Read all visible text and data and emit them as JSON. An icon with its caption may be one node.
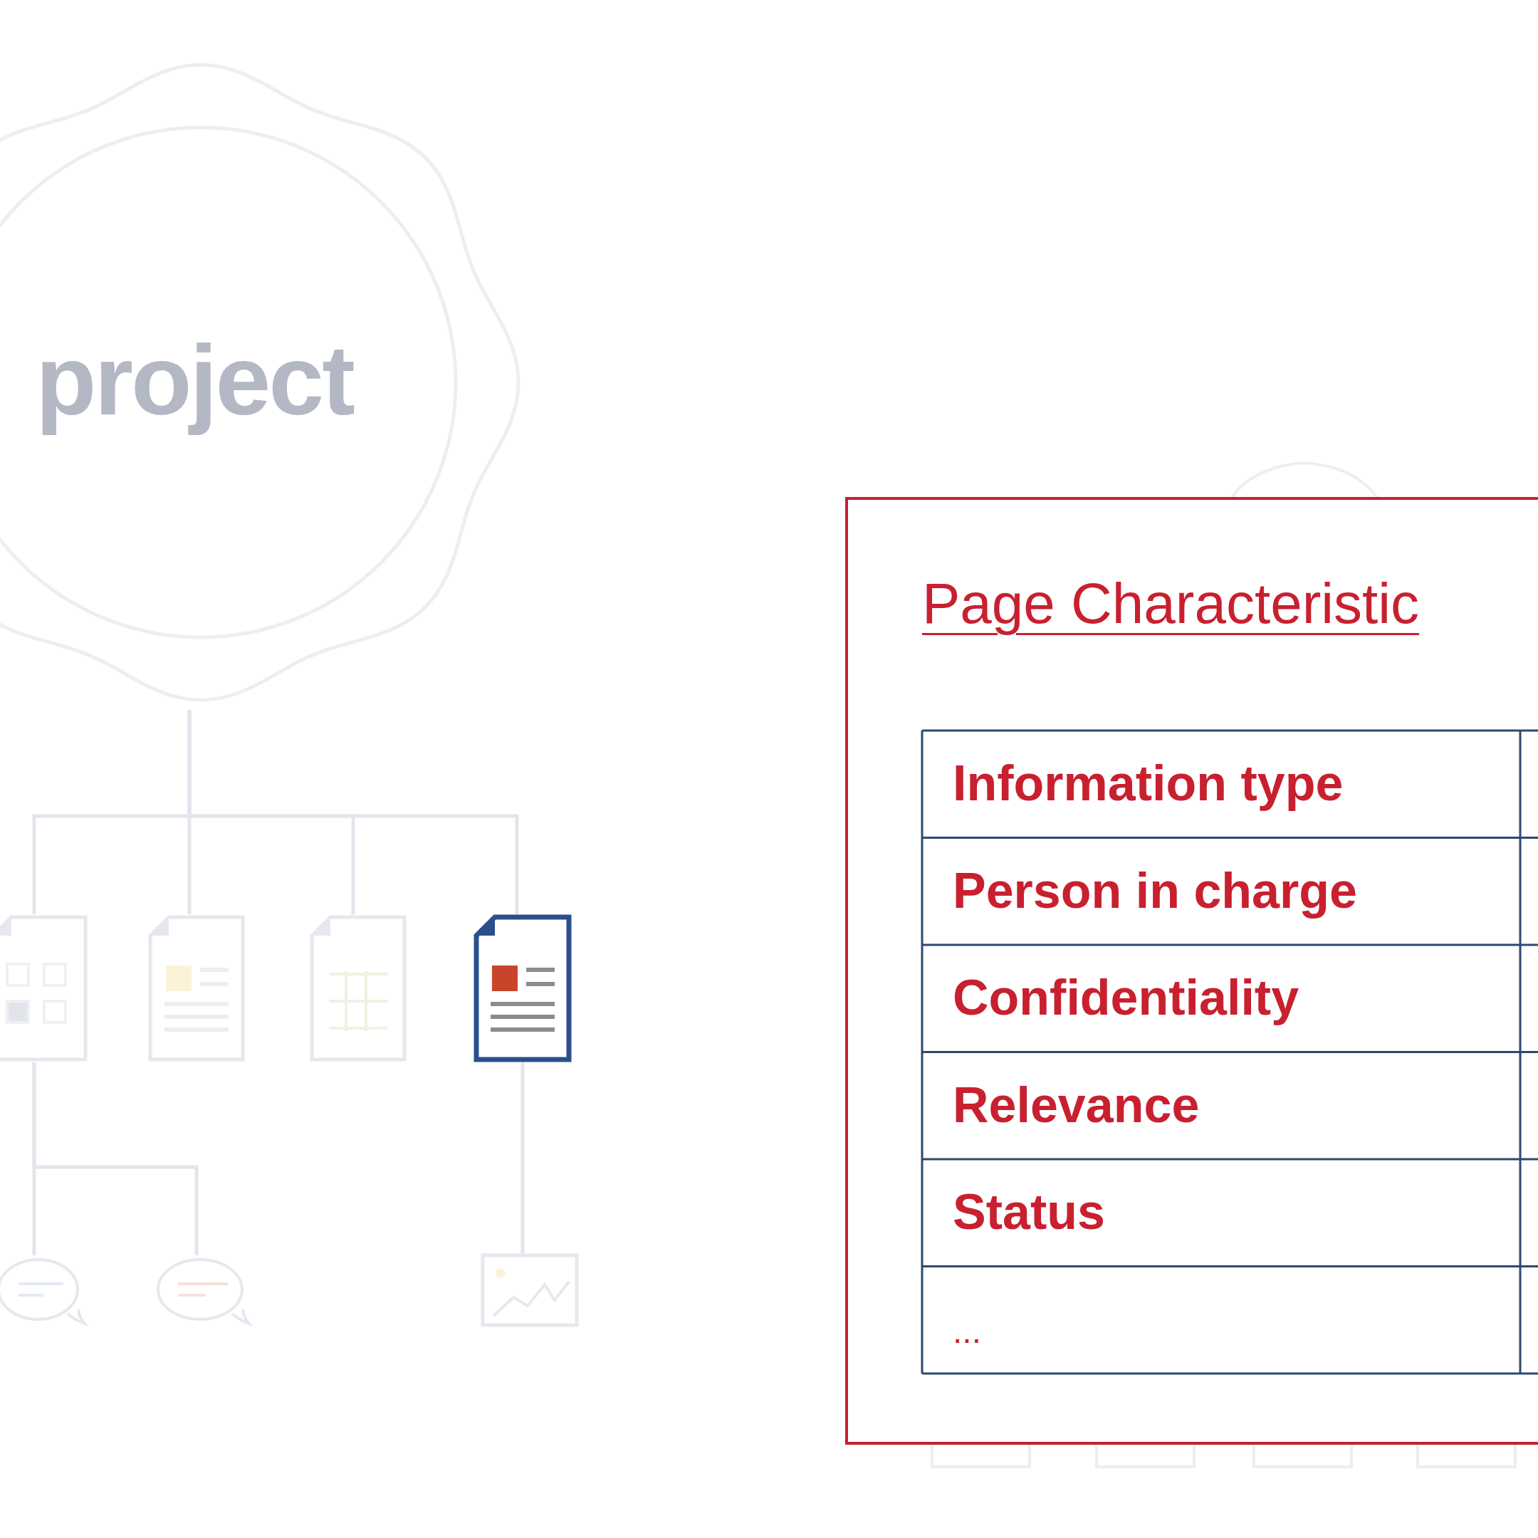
{
  "diagram": {
    "nodes": [
      {
        "text": [
          "project"
        ]
      },
      {
        "text": [],
        "shape": "document"
      },
      {
        "text": [],
        "shape": "document"
      },
      {
        "text": [],
        "shape": "document"
      },
      {
        "text": [],
        "shape": "document"
      },
      {
        "text": [],
        "shape": "bubble"
      },
      {
        "text": [],
        "shape": "bubble"
      },
      {
        "text": [],
        "shape": "chart"
      },
      {
        "text": [
          "Page Characteristic"
        ]
      }
    ],
    "edges": [
      {
        "from": 0,
        "to": 1,
        "arrow": "none"
      },
      {
        "from": 0,
        "to": 2,
        "arrow": "none"
      },
      {
        "from": 0,
        "to": 3,
        "arrow": "none"
      },
      {
        "from": 0,
        "to": 4,
        "arrow": "none"
      },
      {
        "from": 1,
        "to": 5,
        "arrow": "none"
      },
      {
        "from": 1,
        "to": 6,
        "arrow": "none"
      },
      {
        "from": 4,
        "to": 7,
        "arrow": "none"
      }
    ],
    "labels": [
      "Information type",
      "Person in charge",
      "Confidentiality",
      "Relevance",
      "Status",
      "..."
    ]
  }
}
